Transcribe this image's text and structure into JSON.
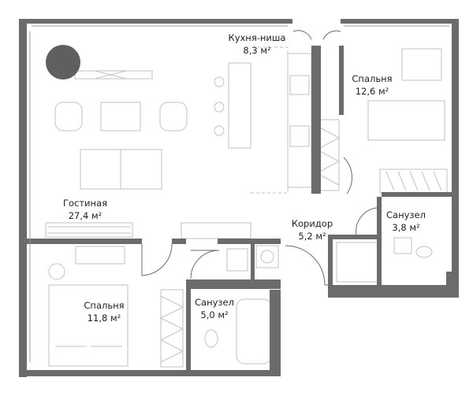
{
  "rooms": {
    "kitchen": {
      "name": "Кухня-ниша",
      "area": "8,3 м²"
    },
    "bedroom1": {
      "name": "Спальня",
      "area": "12,6 м²"
    },
    "living": {
      "name": "Гостиная",
      "area": "27,4 м²"
    },
    "corridor": {
      "name": "Коридор",
      "area": "5,2 м²"
    },
    "bath1": {
      "name": "Санузел",
      "area": "3,8 м²"
    },
    "bedroom2": {
      "name": "Спальня",
      "area": "11,8 м²"
    },
    "bath2": {
      "name": "Санузел",
      "area": "5,0 м²"
    }
  },
  "colors": {
    "wall": "#6b6b6b",
    "furniture": "#bdbdbd",
    "dark": "#5a5a5a",
    "background": "#ffffff"
  }
}
